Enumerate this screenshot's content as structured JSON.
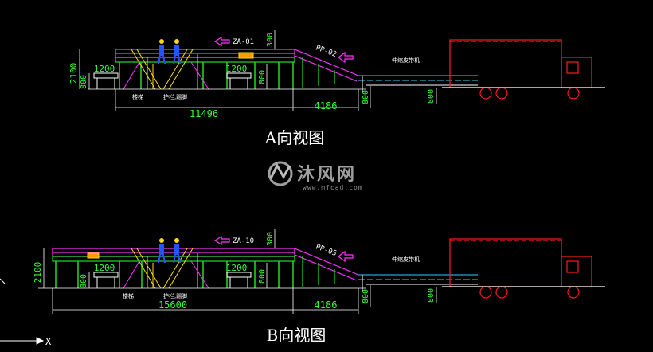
{
  "colors": {
    "background": "#000000",
    "platform": "#ff33ff",
    "frame_green": "#22dd22",
    "rail_yellow": "#ffdd00",
    "dim_white": "#ffffff",
    "label_green": "#33ff33",
    "truck_red": "#ff1a1a",
    "conveyor_cyan": "#33ccff",
    "worker_blue": "#2255ff",
    "arrow_magenta": "#ff33ff",
    "accent_orange": "#ff9900"
  },
  "view_a": {
    "title": "A向视图",
    "section_code": "ZA-01",
    "ramp_code": "PP-02",
    "conveyor_label": "伸缩皮带机",
    "stairs_label": "楼梯",
    "guardrail_label": "护栏,踢脚",
    "dims": {
      "overall_height": "2100",
      "base_height": "800",
      "table_width_left": "1200",
      "table_width_right": "1200",
      "table_height": "800",
      "rail_height": "300",
      "span_main": "11496",
      "span_ramp": "4186",
      "ramp_drop": "800",
      "truck_floor": "800"
    }
  },
  "view_b": {
    "title": "B向视图",
    "section_code": "ZA-10",
    "ramp_code": "PP-05",
    "conveyor_label": "伸缩皮带机",
    "stairs_label": "楼梯",
    "guardrail_label": "护栏,踢脚",
    "dims": {
      "overall_height": "2100",
      "base_height": "800",
      "table_width_left": "1200",
      "table_width_right": "1200",
      "table_height": "800",
      "rail_height": "300",
      "span_main": "15600",
      "span_ramp": "4186",
      "ramp_drop": "800",
      "truck_floor": "800"
    }
  },
  "watermark": {
    "brand": "沐风网",
    "url": "www.mfcad.com"
  },
  "ucs": {
    "x_label": "X"
  }
}
